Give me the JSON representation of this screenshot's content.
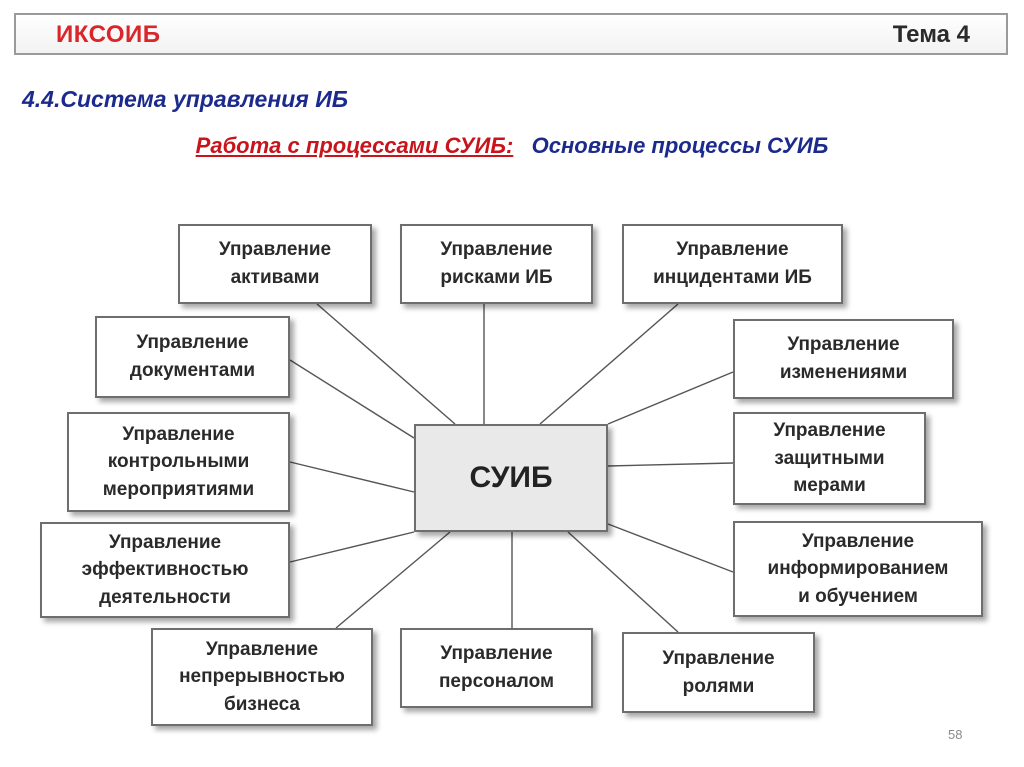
{
  "header": {
    "left_title": "ИКСОИБ",
    "right_title": "Тема 4"
  },
  "section_title": "4.4.Система управления ИБ",
  "subtitle": {
    "highlight": "Работа с процессами СУИБ:",
    "text": "Основные процессы СУИБ"
  },
  "center": "СУИБ",
  "processes": [
    "Управление\nактивами",
    "Управление\nрисками ИБ",
    "Управление\nинцидентами ИБ",
    "Управление\nдокументами",
    "Управление\nизменениями",
    "Управление\nконтрольными\nмероприятиями",
    "Управление\nзащитными\nмерами",
    "Управление\nэффективностью\nдеятельности",
    "Управление\nинформированием\nи обучением",
    "Управление\nнепрерывностью\nбизнеса",
    "Управление\nперсоналом",
    "Управление\nролями"
  ],
  "page_number": "58"
}
